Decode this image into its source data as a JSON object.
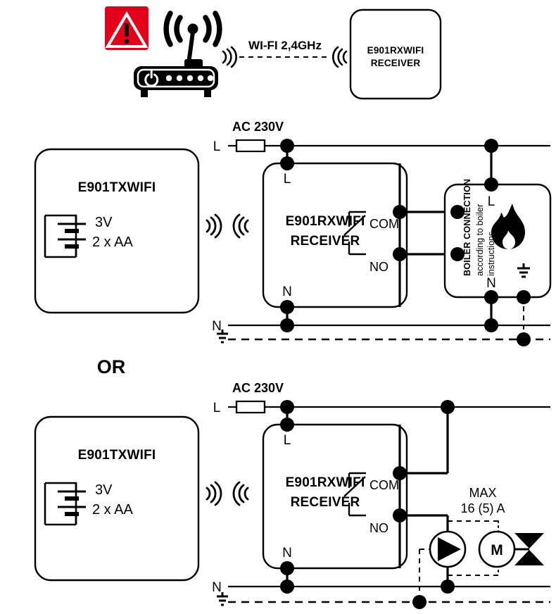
{
  "page": {
    "title": "E901TXWIFI / E901RXWIFI wiring diagram",
    "accent_red": "#E2001A",
    "line_color": "#000000",
    "background": "#FFFFFF"
  },
  "top_section": {
    "warning_icon": "warning-triangle-icon",
    "router_icon": "wifi-router-icon",
    "wifi_link_label": "WI-FI 2,4GHz",
    "signal_out_icon": "wifi-signal-icon",
    "signal_in_icon": "wifi-signal-icon",
    "receiver_box": {
      "line1": "E901RXWIFI",
      "line2": "RECEIVER"
    }
  },
  "diagram_boiler": {
    "transmitter": {
      "name": "E901TXWIFI",
      "battery_voltage": "3V",
      "battery_type": "2 x AA"
    },
    "receiver": {
      "line1": "E901RXWIFI",
      "line2": "RECEIVER",
      "terminal_l": "L",
      "terminal_n": "N",
      "relay_com": "COM",
      "relay_no": "NO"
    },
    "supply": {
      "label": "AC 230V",
      "line_label": "L",
      "neutral_label": "N",
      "fuse_icon": "fuse-icon",
      "earth_icon": "earth-ground-icon"
    },
    "load": {
      "caption_bold": "BOILER CONNECTION",
      "caption_regular": "according to boiler instructions",
      "icon": "flame-icon",
      "terminal_l": "L",
      "terminal_n": "N",
      "earth_icon": "earth-ground-icon"
    }
  },
  "or_divider": {
    "label": "OR"
  },
  "diagram_pump": {
    "transmitter": {
      "name": "E901TXWIFI",
      "battery_voltage": "3V",
      "battery_type": "2 x AA"
    },
    "receiver": {
      "line1": "E901RXWIFI",
      "line2": "RECEIVER",
      "terminal_l": "L",
      "terminal_n": "N",
      "relay_com": "COM",
      "relay_no": "NO"
    },
    "supply": {
      "label": "AC 230V",
      "line_label": "L",
      "neutral_label": "N",
      "fuse_icon": "fuse-icon",
      "earth_icon": "earth-ground-icon"
    },
    "load": {
      "rating_line1": "MAX",
      "rating_line2": "16 (5) A",
      "pump_icon": "pump-icon",
      "motor_label": "M",
      "valve_icon": "valve-icon"
    }
  }
}
